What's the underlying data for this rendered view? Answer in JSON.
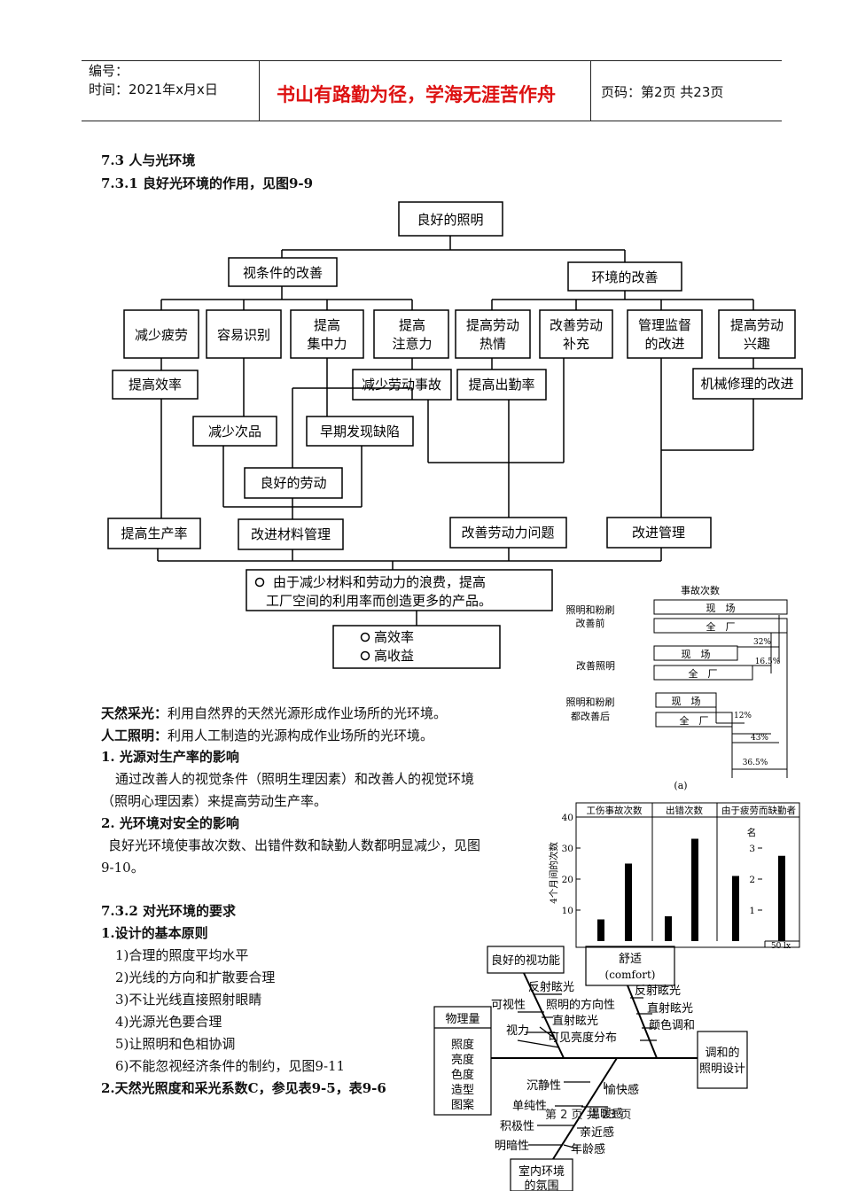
{
  "header": {
    "number_label": "编号：",
    "time_label": "时间：2021年x月x日",
    "motto": "书山有路勤为径，学海无涯苦作舟",
    "page_label": "页码：第2页  共23页"
  },
  "section": {
    "title": "7.3 人与光环境",
    "subtitle": "7.3.1 良好光环境的作用，见图9-9"
  },
  "flow": {
    "root": "良好的照明",
    "left_main": "视条件的改善",
    "right_main": "环境的改善",
    "l1": "减少疲劳",
    "l2": "容易识别",
    "l3a": "提高",
    "l3b": "集中力",
    "l4a": "提高",
    "l4b": "注意力",
    "r1a": "提高劳动",
    "r1b": "热情",
    "r2a": "改善劳动",
    "r2b": "补充",
    "r3a": "管理监督",
    "r3b": "的改进",
    "r4a": "提高劳动",
    "r4b": "兴趣",
    "eff": "提高效率",
    "acc": "减少劳动事故",
    "att": "提高出勤率",
    "mech": "机械修理的改进",
    "defect": "减少次品",
    "early": "早期发现缺陷",
    "goodwork": "良好的劳动",
    "prod": "提高生产率",
    "mat": "改进材料管理",
    "labor": "改善劳动力问题",
    "mgmt": "改进管理",
    "summary1": "由于减少材料和劳动力的浪费，提高",
    "summary2": "工厂空间的利用率而创造更多的产品。",
    "out1": "高效率",
    "out2": "高收益"
  },
  "accident_chart": {
    "title": "事故次数",
    "groups": [
      {
        "label1": "照明和粉刷",
        "label2": "改善前",
        "bars": [
          "现　场",
          "全　厂"
        ]
      },
      {
        "label1": "改善照明",
        "label2": "",
        "bars": [
          "现　场",
          "全　厂"
        ]
      },
      {
        "label1": "照明和粉刷",
        "label2": "都改善后",
        "bars": [
          "现　场",
          "全　厂"
        ]
      }
    ],
    "pcts": [
      "32%",
      "16.5%",
      "12%",
      "43%",
      "36.5%"
    ],
    "caption": "(a)"
  },
  "body_text": {
    "natural_term": "天然采光：",
    "natural_def": "利用自然界的天然光源形成作业场所的光环境。",
    "artificial_term": "人工照明：",
    "artificial_def": "利用人工制造的光源构成作业场所的光环境。",
    "s1": "1. 光源对生产率的影响",
    "s1_p1": "通过改善人的视觉条件（照明生理因素）和改善人的视觉环境",
    "s1_p2": "（照明心理因素）来提高劳动生产率。",
    "s2": "2. 光环境对安全的影响",
    "s2_p1": "良好光环境使事故次数、出错件数和缺勤人数都明显减少，见图",
    "s2_p2": "9-10。",
    "s3": "7.3.2 对光环境的要求",
    "s3_1": "1.设计的基本原则",
    "principles": [
      "1)合理的照度平均水平",
      "2)光线的方向和扩散要合理",
      "3)不让光线直接照射眼睛",
      "4)光源光色要合理",
      "5)让照明和色相协调",
      "6)不能忽视经济条件的制约，见图9-11"
    ],
    "s3_2": "2.天然光照度和采光系数C，参见表9-5，表9-6"
  },
  "bar_chart": {
    "type": "bar",
    "panels": [
      "工伤事故次数",
      "出错次数",
      "由于疲劳而缺勤者"
    ],
    "ylabel": "4个月间的次数",
    "yticks": [
      "40",
      "30",
      "20",
      "10"
    ],
    "ylim": [
      0,
      40
    ],
    "right_unit": "名",
    "right_ticks": [
      "3",
      "2",
      "1"
    ],
    "right_ylim": [
      0,
      4
    ],
    "xlabel_right": "50 lx",
    "values_left": [
      [
        7,
        25
      ],
      [
        8,
        33
      ]
    ],
    "values_right": [
      2.1,
      2.75
    ]
  },
  "fishbone": {
    "top1": "良好的视功能",
    "top2a": "舒适",
    "top2b": "(comfort)",
    "head1": "调和的",
    "head2": "照明设计",
    "tail_title": "物理量",
    "tail_items": [
      "照度",
      "亮度",
      "色度",
      "造型",
      "图案"
    ],
    "bottom1": "室内环境",
    "bottom2": "的氛围",
    "f1": "反射眩光",
    "f2": "可视性",
    "f3": "照明的方向性",
    "f4": "视力",
    "f5": "直射眩光",
    "f6": "可见亮度分布",
    "c1": "反射眩光",
    "c2": "直射眩光",
    "c3": "颜色调和",
    "m1": "沉静性",
    "m2": "愉快感",
    "m3": "单纯性",
    "m4": "温暖感",
    "m5": "积极性",
    "m6": "亲近感",
    "m7": "明暗性",
    "m8": "年龄感"
  },
  "footer": "第 2 页 共 23 页"
}
